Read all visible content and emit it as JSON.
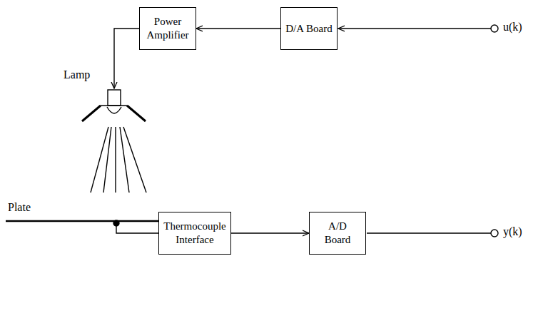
{
  "diagram": {
    "nodes": [
      {
        "text": [
          "Power Amplifier"
        ]
      },
      {
        "text": [
          "D/A Board"
        ]
      },
      {
        "text": [
          "Thermocouple Interface"
        ]
      },
      {
        "text": [
          "A/D Board"
        ]
      }
    ],
    "edges": [
      {
        "from": 1,
        "to": 0,
        "arrow": "to"
      },
      {
        "from": 2,
        "to": 3,
        "arrow": "to"
      }
    ],
    "labels": [
      "u(k)",
      "Lamp",
      "Plate",
      "y(k)"
    ]
  }
}
